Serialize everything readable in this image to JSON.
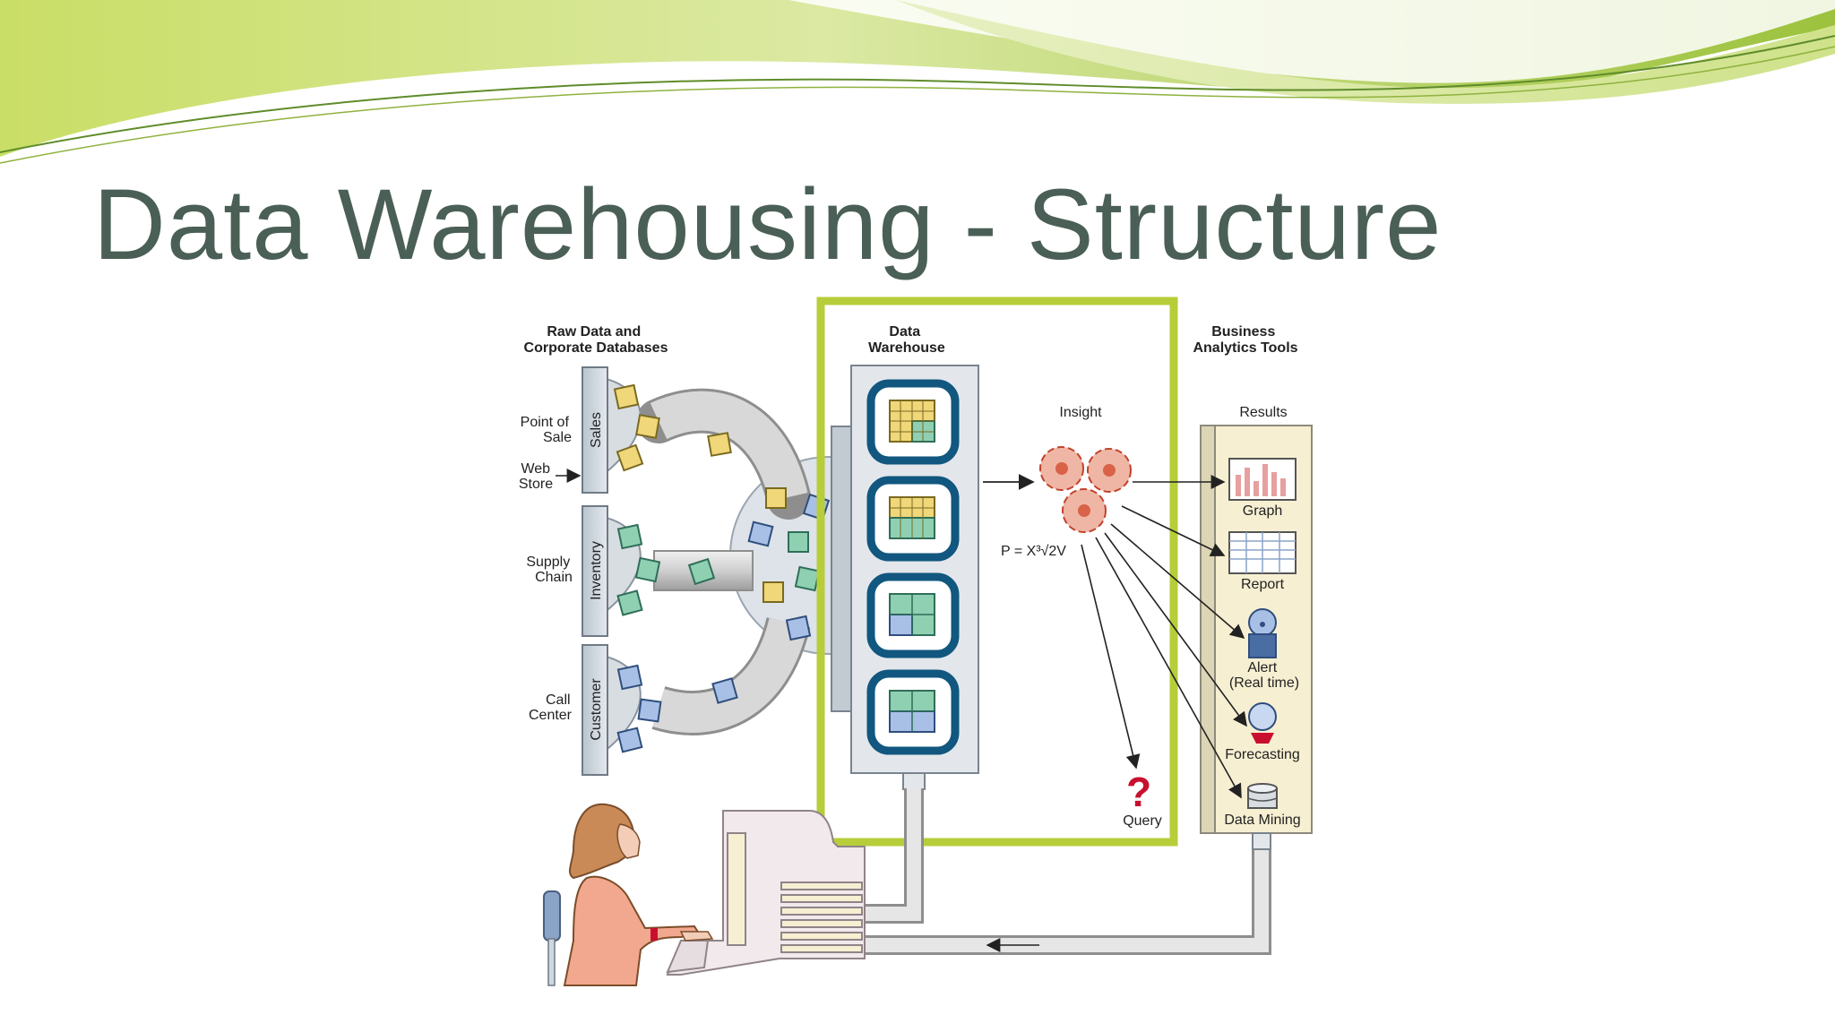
{
  "slide": {
    "title": "Data Warehousing - Structure",
    "accent_color": "#b7cd3a",
    "title_color": "#4a5f55"
  },
  "diagram": {
    "sources_heading": [
      "Raw Data and",
      "Corporate Databases"
    ],
    "warehouse_heading": [
      "Data",
      "Warehouse"
    ],
    "tools_heading": [
      "Business",
      "Analytics Tools"
    ],
    "databases": [
      {
        "label": "Sales",
        "inputs": [
          [
            "Point of",
            "Sale"
          ],
          [
            "Web",
            "Store"
          ]
        ]
      },
      {
        "label": "Inventory",
        "inputs": [
          [
            "Supply",
            "Chain"
          ]
        ]
      },
      {
        "label": "Customer",
        "inputs": [
          [
            "Call",
            "Center"
          ]
        ]
      }
    ],
    "insight_label": "Insight",
    "formula": "P = X³√2V",
    "query_label": "Query",
    "results_heading": "Results",
    "results": [
      {
        "label": [
          "Graph"
        ],
        "icon": "bar-chart-icon"
      },
      {
        "label": [
          "Report"
        ],
        "icon": "report-table-icon"
      },
      {
        "label": [
          "Alert",
          "(Real time)"
        ],
        "icon": "alert-bell-icon"
      },
      {
        "label": [
          "Forecasting"
        ],
        "icon": "crystal-ball-icon"
      },
      {
        "label": [
          "Data Mining"
        ],
        "icon": "database-icon"
      }
    ]
  }
}
